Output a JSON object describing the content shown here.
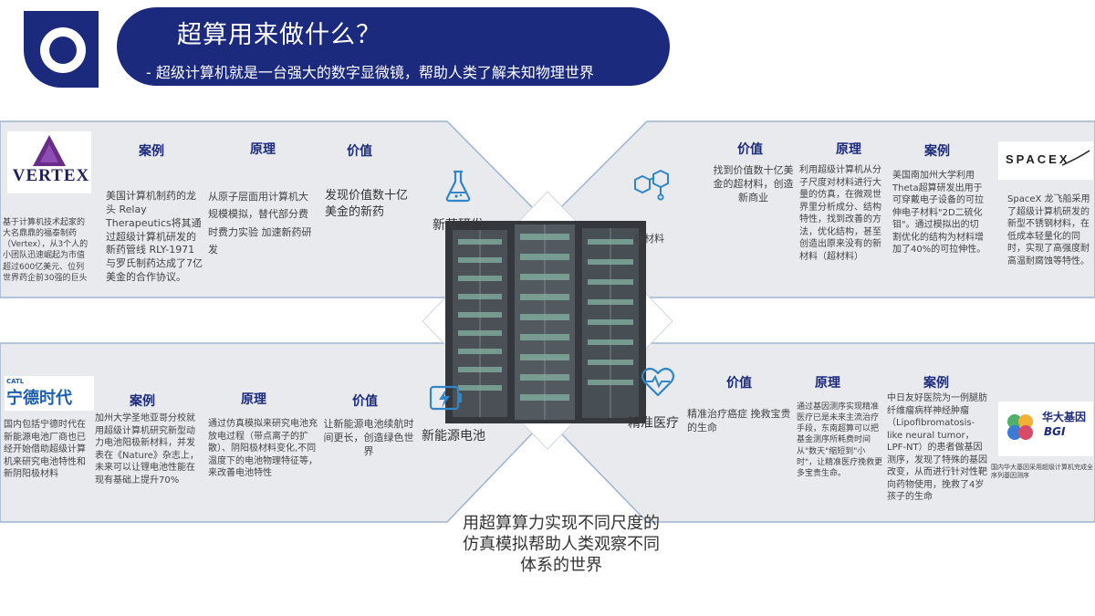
{
  "header": {
    "title": "超算用来做什么？",
    "subtitle": "- 超级计算机就是一台强大的数字显微镜，帮助人类了解未知物理世界"
  },
  "columns": {
    "case": "案例",
    "principle": "原理",
    "value": "价值"
  },
  "panels": {
    "drug": {
      "category": "新药研发",
      "logo_text": "VERTEX",
      "intro": "基于计算机技术起家的大名鼎鼎的福泰制药（Vertex），从3个人的小团队迅速崛起为市值超过600亿美元、位列世界药企前30强的巨头",
      "case": "美国计算机制药的龙头 Relay Therapeutics将其通过超级计算机研发的新药管线 RLY-1971与罗氏制药达成了7亿美金的合作协议。",
      "principle": "从原子层面用计算机大规模模拟，替代部分费时费力实验 加速新药研发",
      "value": "发现价值数十亿美金的新药"
    },
    "material": {
      "category": "新材料",
      "logo_text": "SPACEX",
      "value": "找到价值数十亿美金的超材料，创造新商业",
      "principle": "利用超级计算机从分子尺度对材料进行大量的仿真，在微观世界里分析成分、结构特性，找到改善的方法，优化结构，甚至创造出原来没有的新材料（超材料）",
      "case": "美国南加州大学利用Theta超算研发出用于可穿戴电子设备的可拉伸电子材料\"2D二硫化钼\"。通过模拟出的切割优化的结构为材料增加了40%的可拉伸性。",
      "side": "SpaceX 龙飞船采用了超级计算机研发的新型不锈钢材料，在低成本轻量化的同时，实现了高强度耐高温耐腐蚀等特性。"
    },
    "battery": {
      "category": "新能源电池",
      "logo_text": "宁德时代",
      "logo_small": "CATL",
      "intro": "国内包括宁德时代在新能源电池厂商也已经开始借助超级计算机来研究电池特性和新阴阳极材料",
      "case": "加州大学圣地亚哥分校就用超级计算机研究新型动力电池阳极新材料，并发表在《Nature》杂志上，未来可以让锂电池性能在现有基础上提升70%",
      "principle": "通过仿真模拟来研究电池充放电过程（带点离子的扩散）、阴阳极材料变化,不同温度下的电池物理特征等，来改善电池特性",
      "value": "让新能源电池续航时间更长，创造绿色世界"
    },
    "medical": {
      "category": "精准医疗",
      "logo_text": "华大基因",
      "logo_sub": "BGI",
      "value": "精准治疗癌症 挽救宝贵的生命",
      "principle": "通过基因测序实现精准医疗已是未来主流治疗手段，东南超算可以把基金测序所耗费时间从\"数天\"缩短到\"小时\"，让精准医疗挽救更多宝贵生命。",
      "case": "中日友好医院为一例腿肪纤维瘤病样神经肿瘤（Lipofibromatosis-like neural tumor，LPF-NT）的患者做基因测序，发现了特殊的基因改变，从而进行针对性靶向药物使用，挽救了4岁孩子的生命",
      "side": "国内华大基因采用超级计算机完成全序列基因测序"
    }
  },
  "footer": "用超算算力实现不同尺度的仿真模拟帮助人类观察不同体系的世界",
  "colors": {
    "brand": "#1b2a7c",
    "accent": "#2f86c8",
    "panel_line": "#9fb3cf"
  }
}
